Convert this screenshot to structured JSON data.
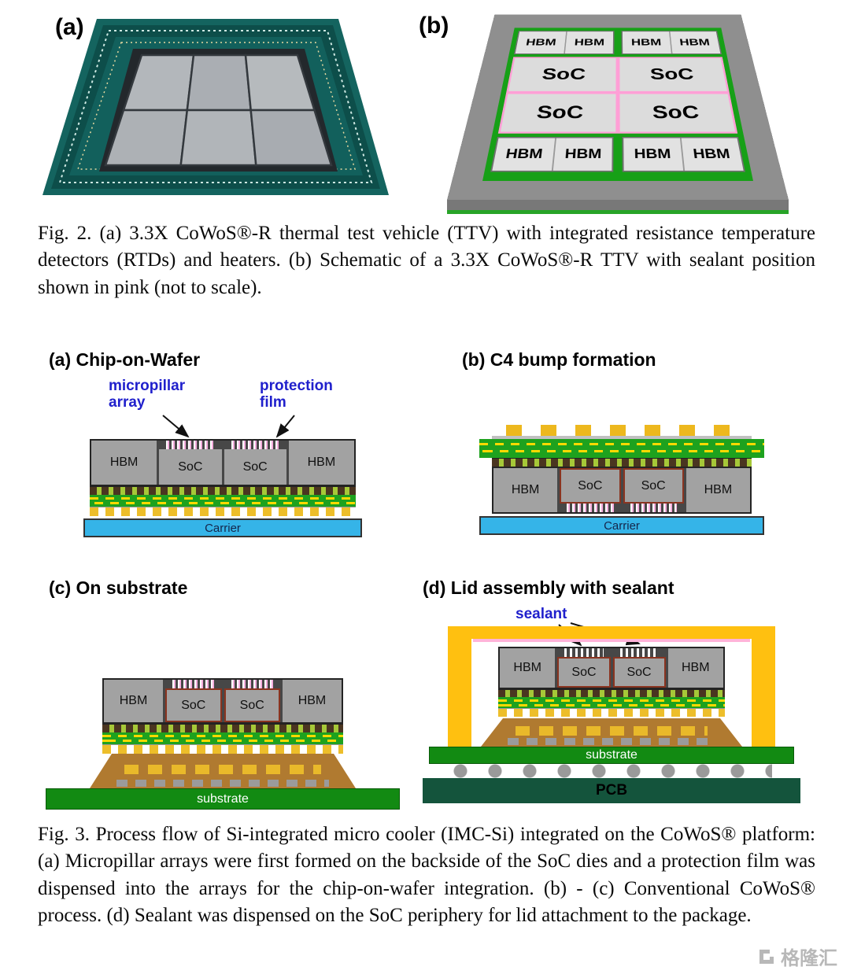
{
  "fig2": {
    "label_a": "(a)",
    "label_b": "(b)",
    "schematic": {
      "hbm_top": [
        "HBM",
        "HBM",
        "HBM",
        "HBM"
      ],
      "soc": [
        "SoC",
        "SoC",
        "SoC",
        "SoC"
      ],
      "hbm_bottom": [
        "HBM",
        "HBM",
        "HBM",
        "HBM"
      ]
    },
    "caption": "Fig. 2. (a) 3.3X CoWoS®-R thermal test vehicle (TTV) with integrated resistance temperature detectors (RTDs) and heaters. (b) Schematic of a 3.3X CoWoS®-R TTV with sealant position shown in pink (not to scale)."
  },
  "fig3": {
    "panel_a": {
      "title": "(a) Chip-on-Wafer",
      "annotation_micropillar": "micropillar array",
      "annotation_film": "protection film",
      "dies": [
        "HBM",
        "SoC",
        "SoC",
        "HBM"
      ],
      "carrier": "Carrier"
    },
    "panel_b": {
      "title": "(b) C4 bump formation",
      "dies": [
        "HBM",
        "SoC",
        "SoC",
        "HBM"
      ],
      "carrier": "Carrier"
    },
    "panel_c": {
      "title": "(c) On substrate",
      "dies": [
        "HBM",
        "SoC",
        "SoC",
        "HBM"
      ],
      "substrate": "substrate"
    },
    "panel_d": {
      "title": "(d) Lid assembly with sealant",
      "annotation_sealant": "sealant",
      "dies": [
        "HBM",
        "SoC",
        "SoC",
        "HBM"
      ],
      "substrate": "substrate",
      "pcb": "PCB"
    },
    "caption": "Fig. 3. Process flow of Si-integrated micro cooler (IMC-Si) integrated on the CoWoS® platform: (a) Micropillar arrays were first formed on the backside of the SoC dies and a protection film was dispensed into the arrays for the chip-on-wafer integration. (b) - (c) Conventional CoWoS® process. (d) Sealant was dispensed on the SoC periphery for lid attachment to the package."
  },
  "watermark": {
    "text": "格隆汇"
  },
  "colors": {
    "board_teal": "#14645f",
    "schematic_green": "#17a017",
    "sealant_pink": "#ff9fd6",
    "carrier_blue": "#35b4e8",
    "rdl_green": "#1ea21e",
    "lid_yellow": "#ffc010",
    "substrate_green": "#128a12",
    "pcb_green": "#14543c",
    "substrate_brown": "#b07a30",
    "annotation_blue": "#2020cc",
    "die_gray": "#a2a2a2"
  }
}
